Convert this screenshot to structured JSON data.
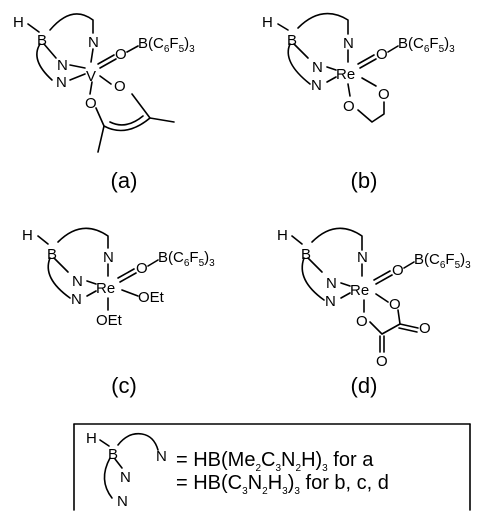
{
  "atoms": {
    "H": "H",
    "B": "B",
    "N": "N",
    "O": "O",
    "V": "V",
    "Re": "Re",
    "OEt": "OEt",
    "B_prefix": "B(C",
    "six": "6",
    "F": "F",
    "five": "5",
    "paren_close": ")",
    "three": "3"
  },
  "captions": {
    "a": "(a)",
    "b": "(b)",
    "c": "(c)",
    "d": "(d)"
  },
  "legend": {
    "line1_pre": "= HB(Me",
    "line1_s1": "2",
    "line1_m1": "C",
    "line1_s2": "3",
    "line1_m2": "N",
    "line1_s3": "2",
    "line1_m3": "H)",
    "line1_s4": "3",
    "line1_post": " for a",
    "line2_pre": "= HB(C",
    "line2_s1": "3",
    "line2_m1": "N",
    "line2_s2": "2",
    "line2_m2": "H",
    "line2_s3": "3",
    "line2_m3": ")",
    "line2_s4": "3",
    "line2_post": " for b, c, d"
  }
}
